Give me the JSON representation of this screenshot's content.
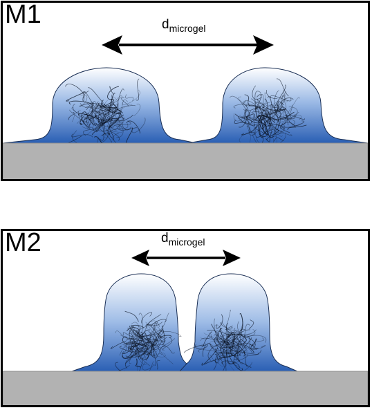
{
  "panels": [
    {
      "label": "M1",
      "distance_symbol": "d",
      "distance_subscript": "microgel"
    },
    {
      "label": "M2",
      "distance_symbol": "d",
      "distance_subscript": "microgel"
    }
  ],
  "colors": {
    "microgel_blue": "#2a5fb4",
    "microgel_light": "#e9f0fb",
    "fiber": "#0b1424",
    "substrate": "#b2b2b2",
    "frame": "#000000"
  }
}
